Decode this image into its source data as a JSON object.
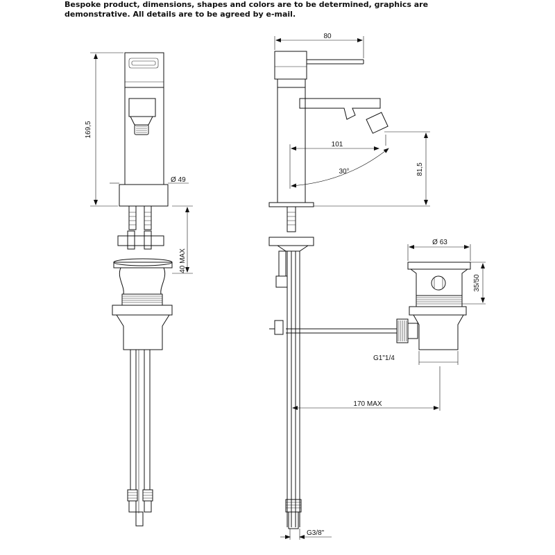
{
  "notice": {
    "line1": "Bespoke product, dimensions, shapes and colors are to be determined, graphics are",
    "line2": "demonstrative. All details are to be agreed by e-mail."
  },
  "dimensions": {
    "total_height": "169,5",
    "base_diameter": "Ø 49",
    "max_deck_thickness": "40 MAX",
    "width": "80",
    "spout_reach": "101",
    "swivel_angle": "30°",
    "spout_height": "81,5",
    "waste_diameter": "Ø 63",
    "waste_height": "35/50",
    "waste_thread": "G1\"1/4",
    "rod_max": "170 MAX",
    "hose_thread": "G3/8\""
  }
}
